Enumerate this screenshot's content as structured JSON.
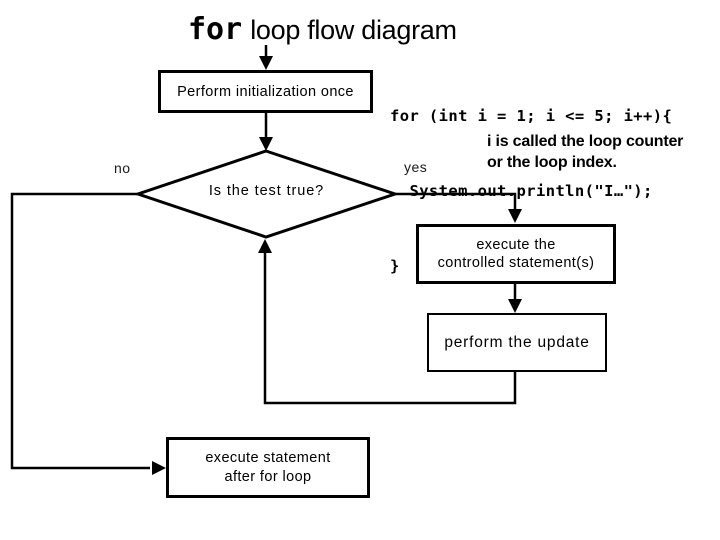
{
  "title": {
    "keyword": "for",
    "rest": "loop flow diagram"
  },
  "code": {
    "line1": "for (int i = 1; i <= 5; i++){",
    "line2": "  System.out.println(\"I…\");",
    "line3": "}"
  },
  "note": {
    "line1": "i is called the loop counter",
    "line2": "or the loop index."
  },
  "nodes": {
    "init": {
      "label": "Perform initialization once"
    },
    "decision": {
      "label": "Is the test true?"
    },
    "execute": {
      "line1": "execute the",
      "line2": "controlled statement(s)"
    },
    "update": {
      "label": "perform the update"
    },
    "after": {
      "line1": "execute statement",
      "line2": "after for loop"
    }
  },
  "edges": {
    "no_label": "no",
    "yes_label": "yes"
  },
  "colors": {
    "ink": "#000000",
    "background": "#ffffff"
  }
}
